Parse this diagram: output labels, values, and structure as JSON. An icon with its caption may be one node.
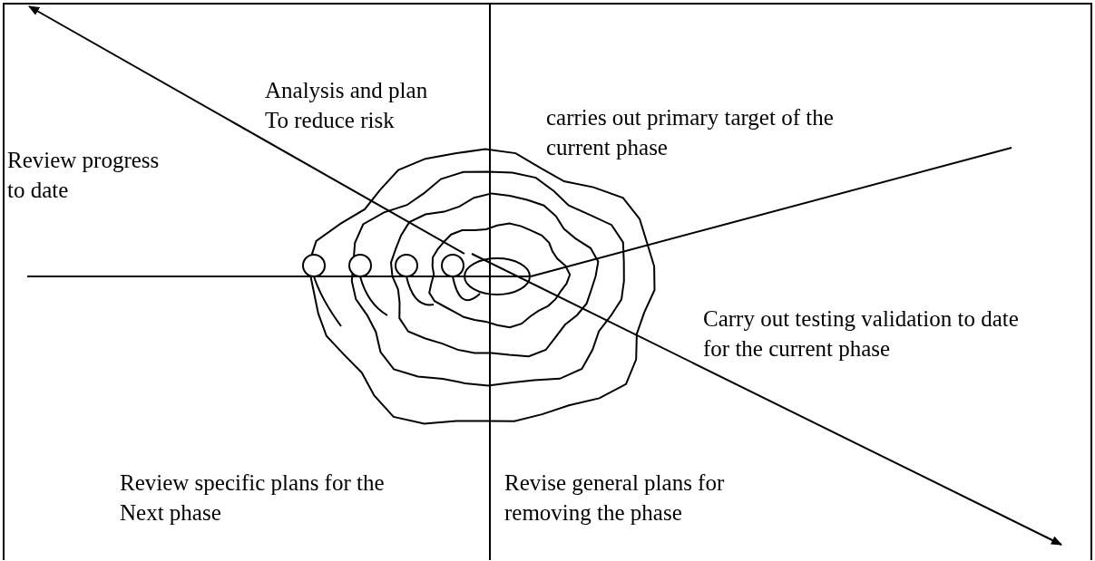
{
  "diagram": {
    "labels": [
      "Analysis and plan To reduce risk",
      "carries out primary target of the current phase",
      "Review progress to date",
      "Carry out testing validation to date for the current phase",
      "Review specific plans for the Next phase",
      "Revise general plans for removing the phase"
    ]
  }
}
